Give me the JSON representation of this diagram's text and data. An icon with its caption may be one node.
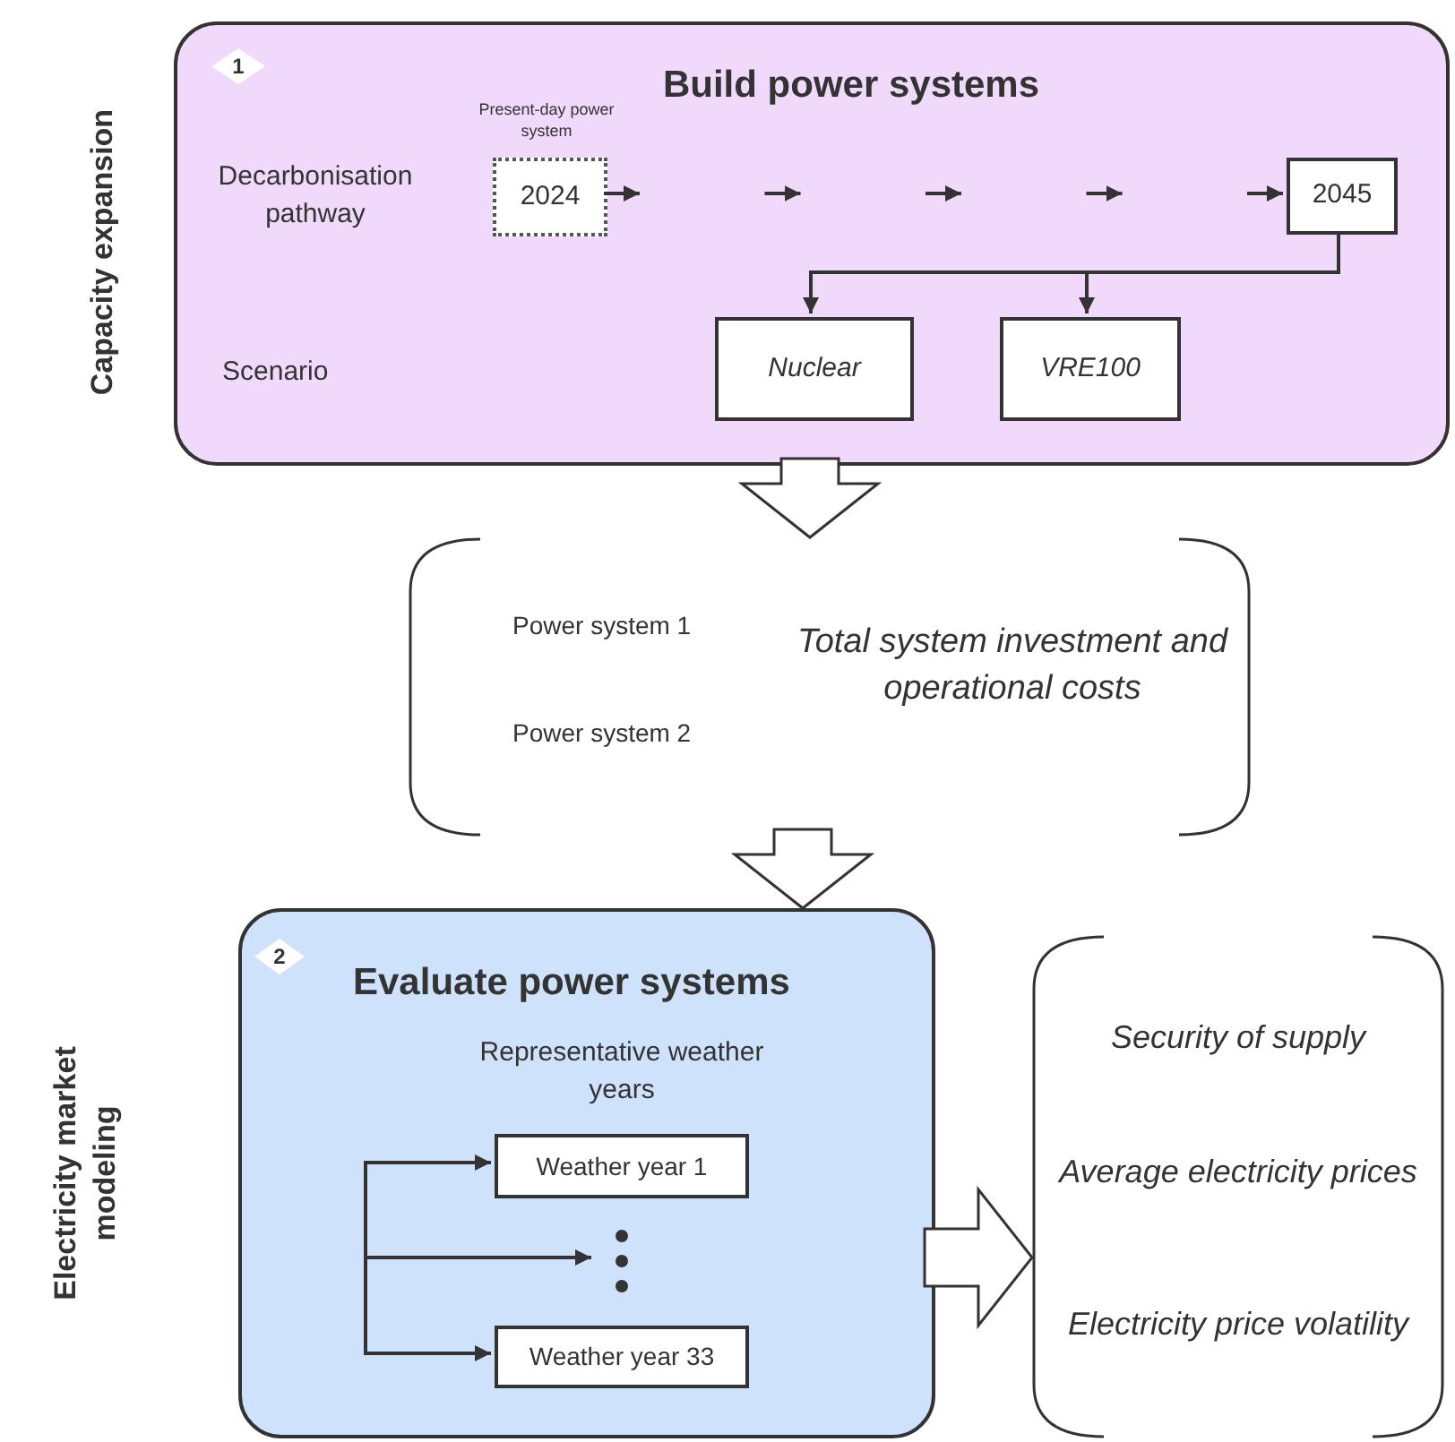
{
  "diagram": {
    "nodes": [
      {
        "text": [
          "Build power systems"
        ]
      },
      {
        "text": [
          "2024"
        ],
        "in": 0
      },
      {
        "text": [
          "2045"
        ],
        "in": 0
      },
      {
        "text": [
          "Nuclear"
        ],
        "in": 0
      },
      {
        "text": [
          "VRE100"
        ],
        "in": 0
      },
      {
        "text": [
          "Power system 1",
          "Power system 2",
          "Total system investment and operational costs"
        ]
      },
      {
        "text": [
          "Evaluate power systems",
          "Representative weather years"
        ]
      },
      {
        "text": [
          "Weather year 1"
        ],
        "in": 6
      },
      {
        "text": [],
        "shape": "dots",
        "in": 6
      },
      {
        "text": [
          "Weather year 33"
        ],
        "in": 6
      },
      {
        "text": [
          "Security of supply",
          "Average electricity prices",
          "Electricity price volatility"
        ]
      }
    ],
    "edges": [
      {
        "from": 1,
        "to": 2,
        "arrow": "to",
        "style": "dashed"
      },
      {
        "from": 2,
        "to": 3,
        "arrow": "to"
      },
      {
        "from": 2,
        "to": 4,
        "arrow": "to"
      },
      {
        "from": 0,
        "to": 5,
        "arrow": "to",
        "style": "thick"
      },
      {
        "from": 5,
        "to": 6,
        "arrow": "to",
        "style": "thick"
      },
      {
        "from": null,
        "to": 7,
        "arrow": "to"
      },
      {
        "from": null,
        "to": 8,
        "arrow": "to"
      },
      {
        "from": null,
        "to": 9,
        "arrow": "to"
      },
      {
        "from": 6,
        "to": 10,
        "arrow": "to",
        "style": "thick"
      }
    ],
    "labels": [
      "Capacity expansion",
      "1",
      "Present-day power system",
      "Decarbonisation pathway",
      "Scenario",
      "2",
      "Electricity market modeling"
    ]
  }
}
